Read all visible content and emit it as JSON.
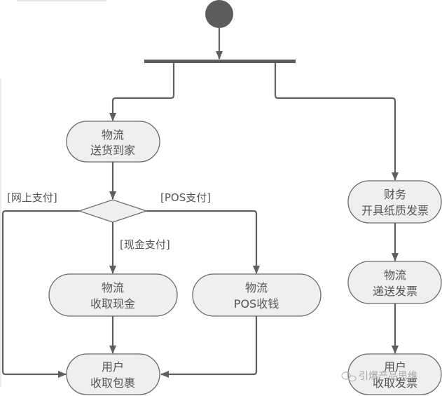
{
  "diagram": {
    "type": "UML activity diagram",
    "start": {
      "label": ""
    },
    "nodes": {
      "deliver_home": {
        "line1": "物流",
        "line2": "送货到家"
      },
      "collect_cash": {
        "line1": "物流",
        "line2": "收取现金"
      },
      "pos_collect": {
        "line1": "物流",
        "line2": "POS收钱"
      },
      "receive_package": {
        "line1": "用户",
        "line2": "收取包裹"
      },
      "issue_invoice": {
        "line1": "财务",
        "line2": "开具纸质发票"
      },
      "deliver_invoice": {
        "line1": "物流",
        "line2": "递送发票"
      },
      "receive_invoice": {
        "line1": "用户",
        "line2": "收取发票"
      }
    },
    "guards": {
      "online_pay": "[网上支付]",
      "pos_pay": "[POS支付]",
      "cash_pay": "[现金支付]"
    },
    "edges": [
      {
        "from": "start",
        "to": "fork"
      },
      {
        "from": "fork",
        "to": "deliver_home"
      },
      {
        "from": "fork",
        "to": "issue_invoice"
      },
      {
        "from": "deliver_home",
        "to": "decision"
      },
      {
        "from": "decision",
        "to": "receive_package",
        "guard": "[网上支付]"
      },
      {
        "from": "decision",
        "to": "collect_cash",
        "guard": "[现金支付]"
      },
      {
        "from": "decision",
        "to": "pos_collect",
        "guard": "[POS支付]"
      },
      {
        "from": "collect_cash",
        "to": "receive_package"
      },
      {
        "from": "pos_collect",
        "to": "receive_package"
      },
      {
        "from": "issue_invoice",
        "to": "deliver_invoice"
      },
      {
        "from": "deliver_invoice",
        "to": "receive_invoice"
      }
    ],
    "watermark": "引爆产品思维",
    "colors": {
      "line": "#5f5f5f",
      "node_fill": "#efefef",
      "text": "#555555"
    }
  }
}
